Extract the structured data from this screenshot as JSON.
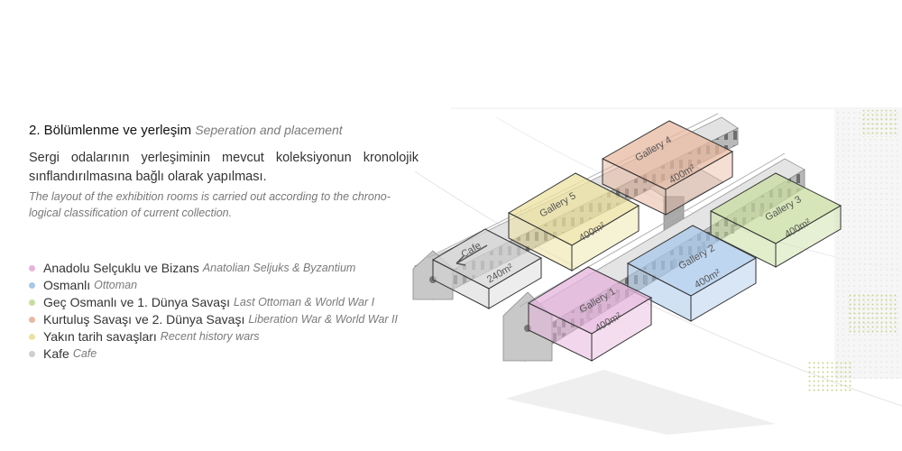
{
  "heading": {
    "tr": "2. Bölümlenme ve yerleşim",
    "en": "Seperation and placement"
  },
  "description": {
    "tr": "Sergi odalarının yerleşiminin mevcut koleksiyonun kronolojik sınflandırılmasına bağlı olarak yapılması.",
    "en": "The layout of the exhibition rooms is carried out according to the chrono-logical classification of current collection."
  },
  "legend": [
    {
      "tr": "Anadolu Selçuklu ve Bizans",
      "en": "Anatolian Seljuks & Byzantium",
      "color": "#e6b4dc"
    },
    {
      "tr": "Osmanlı",
      "en": "Ottoman",
      "color": "#a8c8ea"
    },
    {
      "tr": "Geç Osmanlı ve 1. Dünya Savaşı",
      "en": "Last Ottoman & World War I",
      "color": "#c8dea0"
    },
    {
      "tr": "Kurtuluş Savaşı ve 2. Dünya Savaşı",
      "en": "Liberation War & World War II",
      "color": "#e8b8a0"
    },
    {
      "tr": "Yakın tarih savaşları",
      "en": "Recent history wars",
      "color": "#ece2a0"
    },
    {
      "tr": "Kafe",
      "en": "Cafe",
      "color": "#cfcfcf"
    }
  ],
  "rooms": {
    "gallery1": {
      "name": "Gallery 1",
      "area": "400m²",
      "color": "#e6b4dc"
    },
    "gallery2": {
      "name": "Gallery 2",
      "area": "400m²",
      "color": "#a8c8ea"
    },
    "gallery3": {
      "name": "Gallery 3",
      "area": "400m²",
      "color": "#c8dea0"
    },
    "gallery4": {
      "name": "Gallery 4",
      "area": "400m²",
      "color": "#e8b8a0"
    },
    "gallery5": {
      "name": "Gallery 5",
      "area": "400m²",
      "color": "#ece2a0"
    },
    "cafe": {
      "name": "Cafe",
      "area": "240m²",
      "color": "#d6d6d6"
    }
  }
}
